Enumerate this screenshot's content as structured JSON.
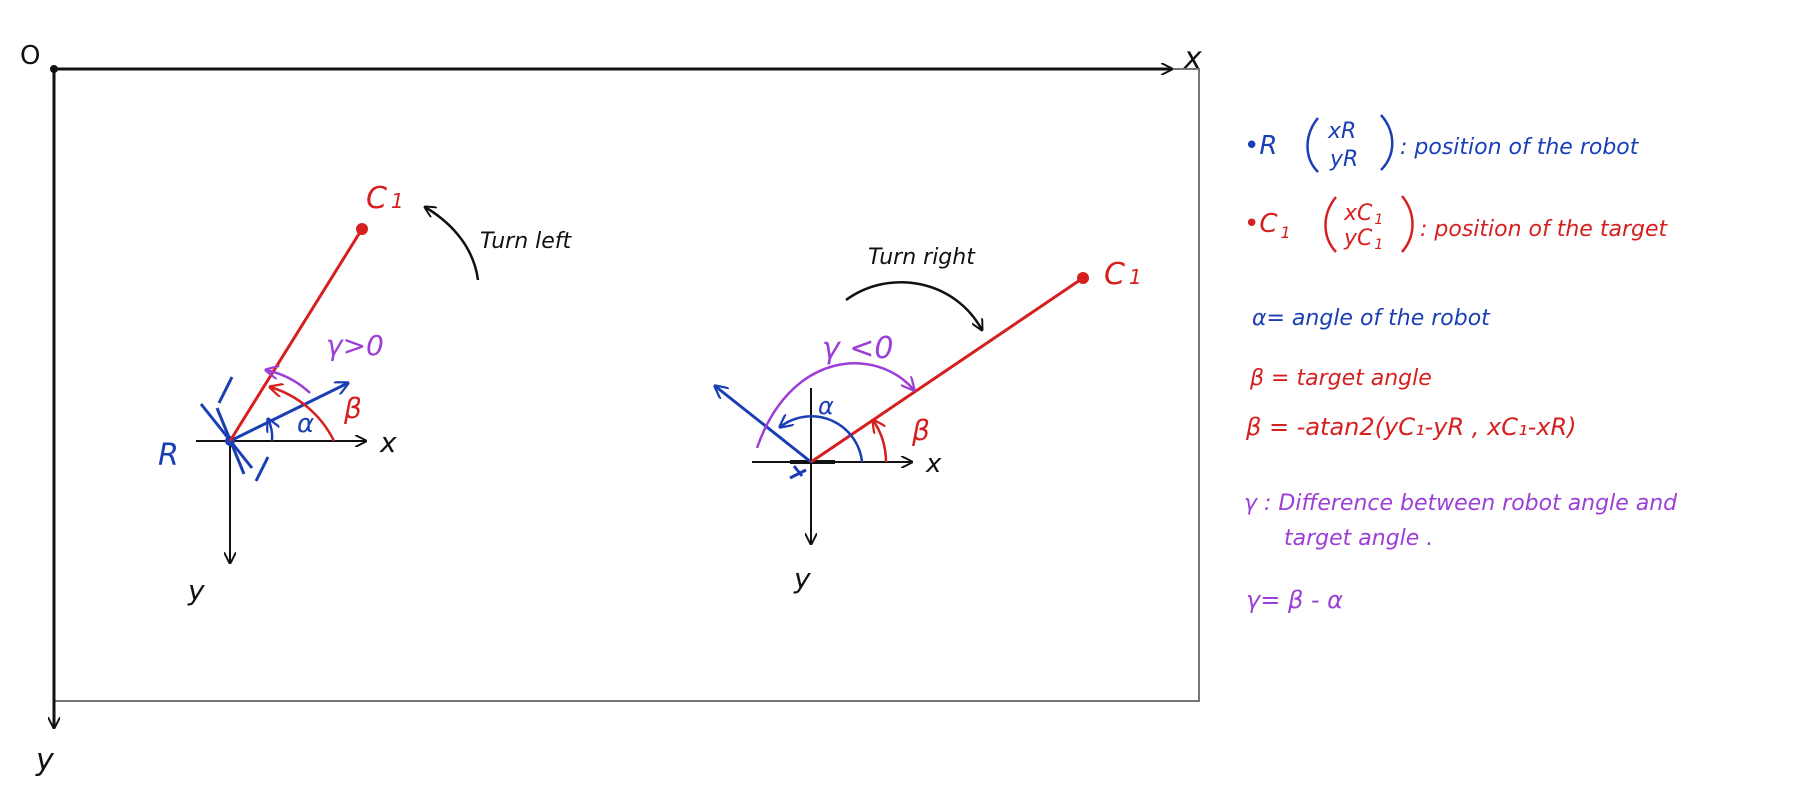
{
  "colors": {
    "black": "#111111",
    "blue": "#1a3fb5",
    "red": "#d61f1f",
    "purple": "#9b3fd6",
    "frame": "#777777"
  },
  "frame": {
    "origin_label": "O",
    "x_axis_label": "x",
    "y_axis_label": "y"
  },
  "left_scene": {
    "robot_label": "R",
    "target_label": "C",
    "target_subscript": "1",
    "turn_label": "Turn left",
    "gamma_label": "γ>0",
    "beta_label": "β",
    "alpha_label": "α",
    "x_label": "x",
    "y_label": "y"
  },
  "right_scene": {
    "target_label": "C",
    "target_subscript": "1",
    "turn_label": "Turn right",
    "gamma_label": "γ <0",
    "beta_label": "β",
    "alpha_label": "α",
    "x_label": "x",
    "y_label": "y"
  },
  "legend": {
    "robot_bullet": "•R",
    "robot_vector_top": "xR",
    "robot_vector_bottom": "yR",
    "robot_desc": ": position of the robot",
    "target_bullet": "•C",
    "target_bullet_sub": "1",
    "target_vector_top": "xC",
    "target_vector_bottom": "yC",
    "target_vector_sub": "1",
    "target_desc": ": position of the target",
    "alpha_def": "α= angle of the robot",
    "beta_def": "β = target angle",
    "beta_formula": "β = -atan2(yC₁-yR , xC₁-xR)",
    "gamma_def_line1": "γ : Difference  between robot angle and",
    "gamma_def_line2": "target angle .",
    "gamma_formula": "γ= β - α"
  }
}
